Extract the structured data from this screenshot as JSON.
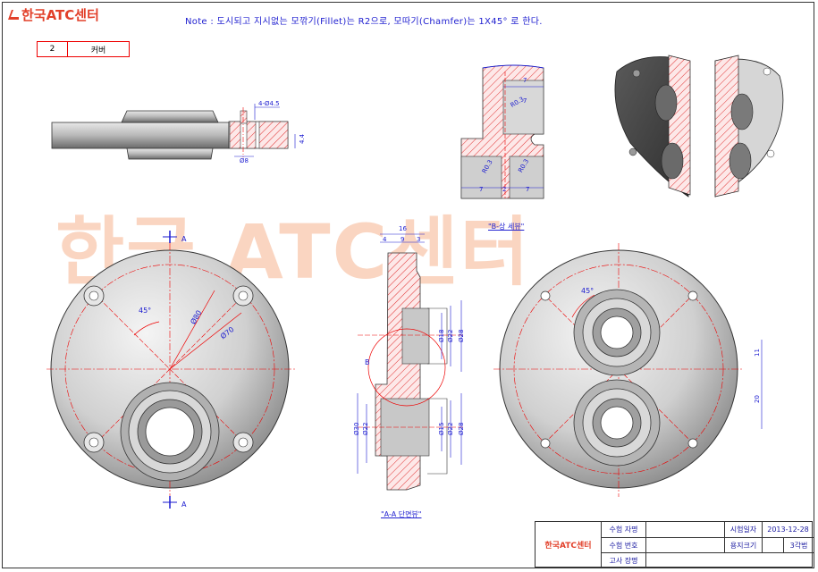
{
  "logo": {
    "text": "한국ATC센터",
    "color": "#e2402a"
  },
  "note": "Note : 도시되고 지시없는 모깎기(Fillet)는 R2으로, 모따기(Chamfer)는 1X45° 로 한다.",
  "part": {
    "number": "2",
    "name": "커버"
  },
  "watermark": {
    "text": "한국 ATC센터"
  },
  "side_view": {
    "hole_label": "4-Ø4.5",
    "dia_label": "Ø8",
    "thickness_label": "4.4"
  },
  "detail_view": {
    "caption": "\"B-상 세뷰\"",
    "dims": [
      "7",
      "7",
      "7",
      "2",
      "7"
    ],
    "radii": [
      "R0.3",
      "R0.3",
      "R0.3"
    ]
  },
  "front_view": {
    "angle": "45°",
    "bolt_circle": "Ø80",
    "pitch": "Ø70",
    "section_marker": "A"
  },
  "section_view": {
    "caption": "\"A-A 단면뷰\"",
    "top_dims": [
      "16",
      "4",
      "9",
      "3"
    ],
    "upper_dims": [
      "Ø18",
      "Ø22",
      "Ø28"
    ],
    "lower_dims": [
      "Ø15",
      "Ø22",
      "Ø28"
    ],
    "left_dims": [
      "Ø30",
      "Ø22"
    ],
    "detail_marker": "B"
  },
  "back_view": {
    "angle": "45°",
    "dim_11": "11",
    "dim_20": "20"
  },
  "title_block": {
    "logo": "한국ATC센터",
    "row1_label": "수험 자명",
    "row2_label": "수험 번호",
    "row3_label": "고사 장명",
    "date_label": "시험일자",
    "date_value": "2013-12-28",
    "paper_label": "용지크기",
    "angle_label": "3각법"
  }
}
